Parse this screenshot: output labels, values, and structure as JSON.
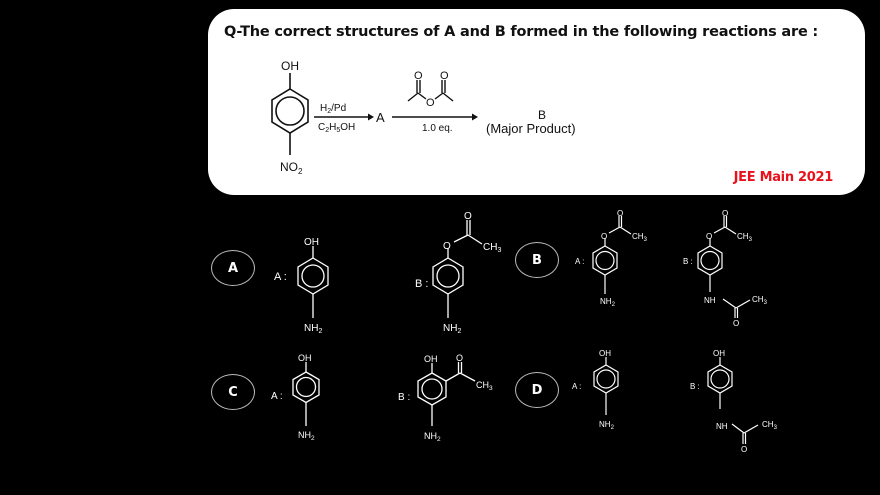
{
  "question": {
    "title": "Q-The correct structures of A and B formed in the following reactions are :",
    "source": "JEE Main 2021",
    "source_color": "#e8121c",
    "reaction": {
      "start_sub_top": "OH",
      "start_sub_bottom": "NO",
      "start_sub_bottom_idx": "2",
      "step1_reagent_top": "H",
      "step1_reagent_top_idx": "2",
      "step1_reagent_top_rest": "/Pd",
      "step1_reagent_bottom": "C",
      "step1_reagent_bottom_i1": "2",
      "step1_reagent_bottom_m": "H",
      "step1_reagent_bottom_i2": "5",
      "step1_reagent_bottom_rest": "OH",
      "intermediate": "A",
      "step2_reagent_O1": "O",
      "step2_reagent_O2": "O",
      "step2_reagent_O3": "O",
      "step2_amount": "1.0 eq.",
      "product": "B",
      "product_note": "(Major Product)"
    }
  },
  "options": [
    {
      "label": "A",
      "A": {
        "label": "A :",
        "top": "OH",
        "bottom": "NH",
        "bottom_idx": "2"
      },
      "B": {
        "label": "B :",
        "O": "O",
        "carbonyl_O": "O",
        "CH": "CH",
        "CH_idx": "3",
        "bottom": "NH",
        "bottom_idx": "2"
      }
    },
    {
      "label": "B",
      "A": {
        "label": "A :",
        "O": "O",
        "carbonyl_O": "O",
        "CH": "CH",
        "CH_idx": "3",
        "bottom": "NH",
        "bottom_idx": "2"
      },
      "B": {
        "label": "B :",
        "O": "O",
        "carbonyl_O": "O",
        "CH": "CH",
        "CH_idx": "3",
        "NH": "NH",
        "amide_O": "O",
        "CH2": "CH",
        "CH2_idx": "3"
      }
    },
    {
      "label": "C",
      "A": {
        "label": "A :",
        "top": "OH",
        "bottom": "NH",
        "bottom_idx": "2"
      },
      "B": {
        "label": "B :",
        "top": "OH",
        "carbonyl_O": "O",
        "CH": "CH",
        "CH_idx": "3",
        "bottom": "NH",
        "bottom_idx": "2"
      }
    },
    {
      "label": "D",
      "A": {
        "label": "A :",
        "top": "OH",
        "bottom": "NH",
        "bottom_idx": "2"
      },
      "B": {
        "label": "B :",
        "top": "OH",
        "NH": "NH",
        "amide_O": "O",
        "CH": "CH",
        "CH_idx": "3"
      }
    }
  ]
}
